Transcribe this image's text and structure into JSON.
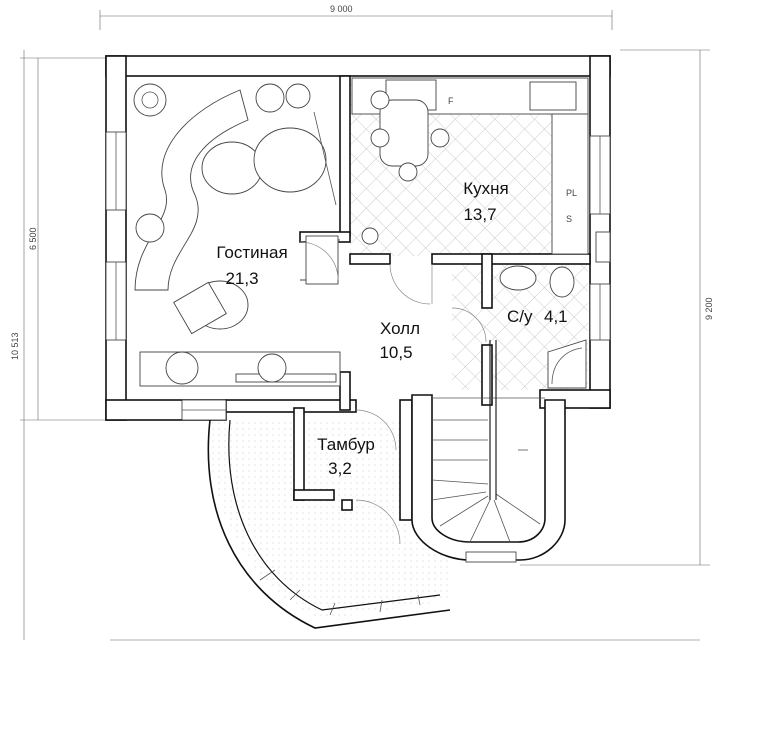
{
  "dimensions": {
    "top_width": "9 000",
    "left_height_inner": "6 500",
    "left_height_total": "10 513",
    "right_height": "9 200"
  },
  "rooms": {
    "living": {
      "name": "Гостиная",
      "area": "21,3"
    },
    "kitchen": {
      "name": "Кухня",
      "area": "13,7"
    },
    "bathroom": {
      "name": "С/у",
      "area": "4,1"
    },
    "hall": {
      "name": "Холл",
      "area": "10,5"
    },
    "vestibule": {
      "name": "Тамбур",
      "area": "3,2"
    }
  },
  "fixtures": {
    "fridge_mark": "F",
    "dishwasher_mark": "PL",
    "stove_mark": "S"
  }
}
